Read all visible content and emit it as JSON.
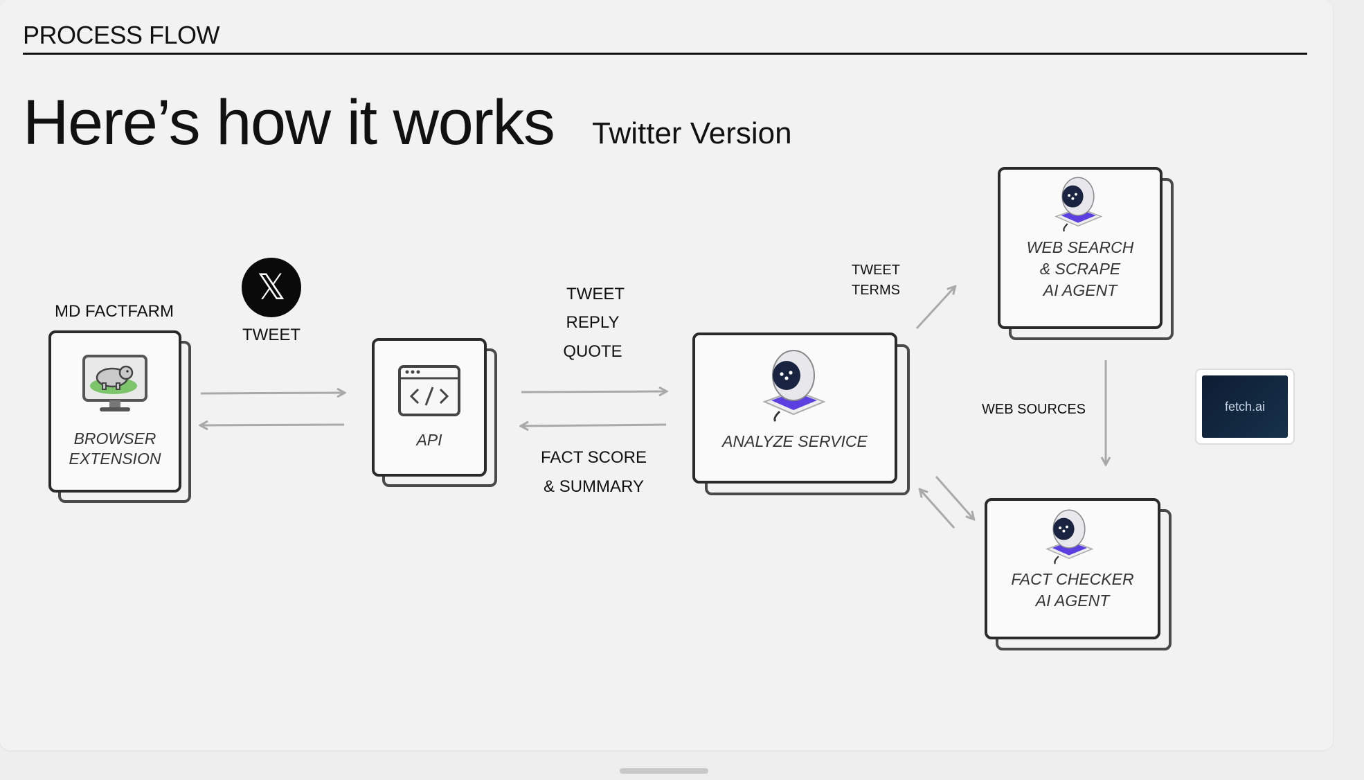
{
  "header": {
    "section_label": "PROCESS FLOW",
    "headline": "Here’s how it works",
    "subheadline": "Twitter Version"
  },
  "nodes": {
    "browser_extension": {
      "caption": "MD FACTFARM",
      "line1": "BROWSER",
      "line2": "EXTENSION",
      "icon": "hippo-monitor-icon"
    },
    "api": {
      "label": "API",
      "icon": "code-window-icon"
    },
    "analyze_service": {
      "label": "ANALYZE SERVICE",
      "icon": "robot-agent-icon"
    },
    "web_search_agent": {
      "line1": "WEB SEARCH",
      "line2": "& SCRAPE",
      "line3": "AI AGENT",
      "icon": "robot-agent-icon"
    },
    "fact_checker_agent": {
      "line1": "FACT CHECKER",
      "line2": "AI AGENT",
      "icon": "robot-agent-icon"
    }
  },
  "flows": {
    "tweet_badge_label": "TWEET",
    "x_logo": "𝕏",
    "to_analyze": [
      "TWEET",
      "REPLY",
      "QUOTE"
    ],
    "from_analyze": [
      "FACT SCORE",
      "& SUMMARY"
    ],
    "to_web_search": [
      "TWEET",
      "TERMS"
    ],
    "web_sources": "WEB SOURCES"
  },
  "logo": {
    "text": "fetch.ai"
  },
  "colors": {
    "arrow": "#a9a9a9",
    "card_border": "#2a2a2a",
    "robot_accent": "#5b3fe0",
    "logo_bg": "#10243b"
  }
}
